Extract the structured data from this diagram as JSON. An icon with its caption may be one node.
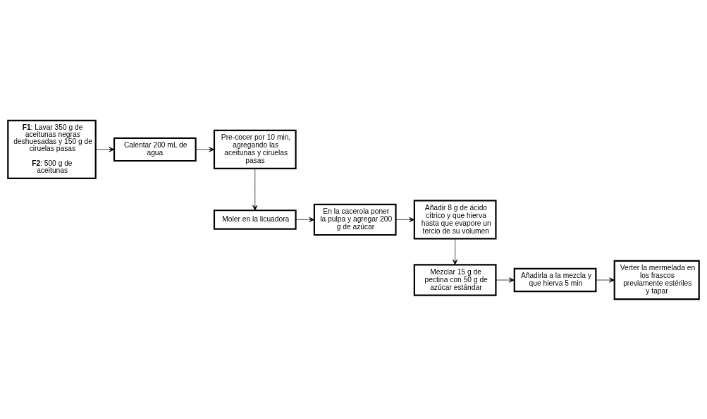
{
  "diagram": {
    "nodes": [
      {
        "text": [
          "**F1**: Lavar 350 g de aceitunas negras deshuesadas y 150 g de ciruelas pasas",
          "**F2**: 500 g de aceitunas"
        ]
      },
      {
        "text": [
          "Calentar 200 mL de agua"
        ]
      },
      {
        "text": [
          "Pre-cocer por 10 min, agregando las aceitunas y ciruelas pasas"
        ]
      },
      {
        "text": [
          "Moler en la licuadora"
        ]
      },
      {
        "text": [
          "En la cacerola poner la pulpa y agregar 200 g de azúcar"
        ]
      },
      {
        "text": [
          "Añadir 8 g de ácido cítrico y que hierva hasta que evapore un tercio de su volumen"
        ]
      },
      {
        "text": [
          "Mezclar 15 g de pectina con 50 g de azúcar estándar"
        ]
      },
      {
        "text": [
          "Añadirla a la mezcla y que hierva 5 min"
        ]
      },
      {
        "text": [
          "Verter la mermelada en los frascos previamente estériles y tapar"
        ]
      }
    ],
    "edges": [
      {
        "from": 0,
        "to": 1,
        "arrow": "to"
      },
      {
        "from": 1,
        "to": 2,
        "arrow": "to"
      },
      {
        "from": 2,
        "to": 3,
        "arrow": "to"
      },
      {
        "from": 3,
        "to": 4,
        "arrow": "to"
      },
      {
        "from": 4,
        "to": 5,
        "arrow": "to"
      },
      {
        "from": 5,
        "to": 6,
        "arrow": "to"
      },
      {
        "from": 6,
        "to": 7,
        "arrow": "to"
      },
      {
        "from": 7,
        "to": 8,
        "arrow": "to"
      }
    ]
  }
}
